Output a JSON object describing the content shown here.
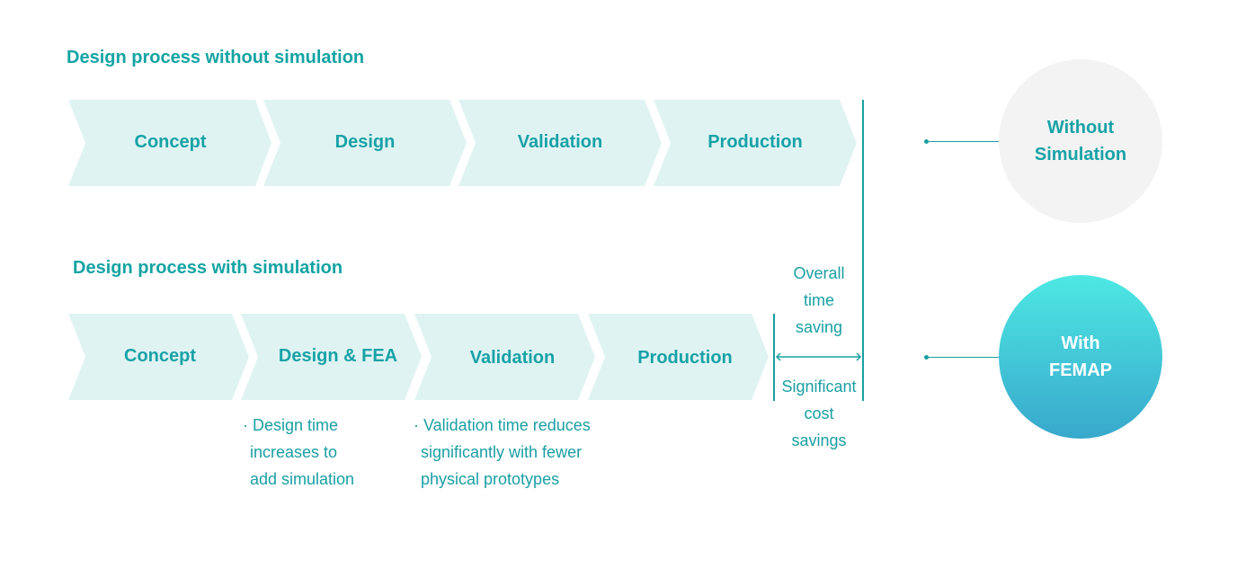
{
  "colors": {
    "accent": "#17a2a6",
    "chevron_fill": "#e0f3f3",
    "grey_circle": "#f3f3f3",
    "teal_gradient_top": "#4ee8e3",
    "teal_gradient_bottom": "#38a8cc"
  },
  "without": {
    "heading": "Design process without simulation",
    "steps": [
      "Concept",
      "Design",
      "Validation",
      "Production"
    ],
    "circle_lines": [
      "Without",
      "Simulation"
    ]
  },
  "with": {
    "heading": "Design process with simulation",
    "steps": [
      "Concept",
      "Design & FEA",
      "Validation",
      "Production"
    ],
    "circle_lines": [
      "With",
      "FEMAP"
    ]
  },
  "notes": {
    "design": [
      "· Design time",
      "increases to",
      "add simulation"
    ],
    "validation": [
      "· Validation time reduces",
      "significantly with fewer",
      "physical prototypes"
    ]
  },
  "savings": {
    "time": [
      "Overall",
      "time",
      "saving"
    ],
    "cost": [
      "Significant",
      "cost",
      "savings"
    ]
  }
}
